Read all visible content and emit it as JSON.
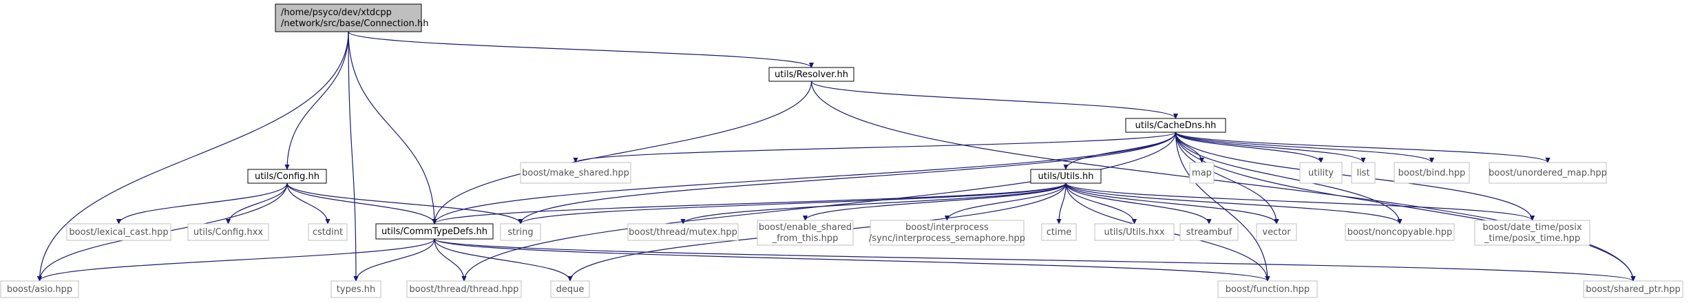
{
  "colors": {
    "edge": "#191970",
    "root_fill": "#bfbfbf",
    "node_border": "#000000",
    "external_border": "#bfbfbf",
    "background": "#ffffff"
  },
  "nodes": [
    {
      "id": "connection",
      "lines": [
        "/home/psyco/dev/xtdcpp",
        "/network/src/base/Connection.hh"
      ],
      "style": "root"
    },
    {
      "id": "resolver",
      "lines": [
        "utils/Resolver.hh"
      ],
      "style": "file"
    },
    {
      "id": "config_hh",
      "lines": [
        "utils/Config.hh"
      ],
      "style": "file"
    },
    {
      "id": "cachedns",
      "lines": [
        "utils/CacheDns.hh"
      ],
      "style": "file"
    },
    {
      "id": "utils_hh",
      "lines": [
        "utils/Utils.hh"
      ],
      "style": "file"
    },
    {
      "id": "commtypedefs",
      "lines": [
        "utils/CommTypeDefs.hh"
      ],
      "style": "file"
    },
    {
      "id": "make_shared",
      "lines": [
        "boost/make_shared.hpp"
      ],
      "style": "external"
    },
    {
      "id": "map",
      "lines": [
        "map"
      ],
      "style": "external"
    },
    {
      "id": "utility",
      "lines": [
        "utility"
      ],
      "style": "external"
    },
    {
      "id": "list",
      "lines": [
        "list"
      ],
      "style": "external"
    },
    {
      "id": "bind",
      "lines": [
        "boost/bind.hpp"
      ],
      "style": "external"
    },
    {
      "id": "unordered_map",
      "lines": [
        "boost/unordered_map.hpp"
      ],
      "style": "external"
    },
    {
      "id": "lexical_cast",
      "lines": [
        "boost/lexical_cast.hpp"
      ],
      "style": "external"
    },
    {
      "id": "config_hxx",
      "lines": [
        "utils/Config.hxx"
      ],
      "style": "external"
    },
    {
      "id": "cstdint",
      "lines": [
        "cstdint"
      ],
      "style": "external"
    },
    {
      "id": "string",
      "lines": [
        "string"
      ],
      "style": "external"
    },
    {
      "id": "mutex",
      "lines": [
        "boost/thread/mutex.hpp"
      ],
      "style": "external"
    },
    {
      "id": "enable_shared",
      "lines": [
        "boost/enable_shared",
        "_from_this.hpp"
      ],
      "style": "external"
    },
    {
      "id": "interprocess",
      "lines": [
        "boost/interprocess",
        "/sync/interprocess_semaphore.hpp"
      ],
      "style": "external"
    },
    {
      "id": "ctime",
      "lines": [
        "ctime"
      ],
      "style": "external"
    },
    {
      "id": "utils_hxx",
      "lines": [
        "utils/Utils.hxx"
      ],
      "style": "external"
    },
    {
      "id": "streambuf",
      "lines": [
        "streambuf"
      ],
      "style": "external"
    },
    {
      "id": "vector",
      "lines": [
        "vector"
      ],
      "style": "external"
    },
    {
      "id": "noncopyable",
      "lines": [
        "boost/noncopyable.hpp"
      ],
      "style": "external"
    },
    {
      "id": "date_time",
      "lines": [
        "boost/date_time/posix",
        "_time/posix_time.hpp"
      ],
      "style": "external"
    },
    {
      "id": "asio",
      "lines": [
        "boost/asio.hpp"
      ],
      "style": "external"
    },
    {
      "id": "types",
      "lines": [
        "types.hh"
      ],
      "style": "external"
    },
    {
      "id": "thread",
      "lines": [
        "boost/thread/thread.hpp"
      ],
      "style": "external"
    },
    {
      "id": "deque",
      "lines": [
        "deque"
      ],
      "style": "external"
    },
    {
      "id": "function",
      "lines": [
        "boost/function.hpp"
      ],
      "style": "external"
    },
    {
      "id": "shared_ptr",
      "lines": [
        "boost/shared_ptr.hpp"
      ],
      "style": "external"
    }
  ],
  "edges": [
    [
      "connection",
      "resolver"
    ],
    [
      "connection",
      "config_hh"
    ],
    [
      "connection",
      "commtypedefs"
    ],
    [
      "connection",
      "asio"
    ],
    [
      "connection",
      "types"
    ],
    [
      "resolver",
      "cachedns"
    ],
    [
      "resolver",
      "commtypedefs"
    ],
    [
      "resolver",
      "shared_ptr"
    ],
    [
      "cachedns",
      "utils_hh"
    ],
    [
      "cachedns",
      "commtypedefs"
    ],
    [
      "cachedns",
      "make_shared"
    ],
    [
      "cachedns",
      "map"
    ],
    [
      "cachedns",
      "utility"
    ],
    [
      "cachedns",
      "list"
    ],
    [
      "cachedns",
      "bind"
    ],
    [
      "cachedns",
      "unordered_map"
    ],
    [
      "cachedns",
      "string"
    ],
    [
      "cachedns",
      "thread"
    ],
    [
      "cachedns",
      "vector"
    ],
    [
      "cachedns",
      "noncopyable"
    ],
    [
      "cachedns",
      "date_time"
    ],
    [
      "cachedns",
      "function"
    ],
    [
      "cachedns",
      "shared_ptr"
    ],
    [
      "config_hh",
      "commtypedefs"
    ],
    [
      "config_hh",
      "asio"
    ],
    [
      "config_hh",
      "lexical_cast"
    ],
    [
      "config_hh",
      "config_hxx"
    ],
    [
      "config_hh",
      "cstdint"
    ],
    [
      "config_hh",
      "string"
    ],
    [
      "utils_hh",
      "commtypedefs"
    ],
    [
      "utils_hh",
      "string"
    ],
    [
      "utils_hh",
      "mutex"
    ],
    [
      "utils_hh",
      "enable_shared"
    ],
    [
      "utils_hh",
      "interprocess"
    ],
    [
      "utils_hh",
      "ctime"
    ],
    [
      "utils_hh",
      "utils_hxx"
    ],
    [
      "utils_hh",
      "streambuf"
    ],
    [
      "utils_hh",
      "vector"
    ],
    [
      "utils_hh",
      "noncopyable"
    ],
    [
      "utils_hh",
      "date_time"
    ],
    [
      "utils_hh",
      "deque"
    ],
    [
      "utils_hh",
      "function"
    ],
    [
      "commtypedefs",
      "asio"
    ],
    [
      "commtypedefs",
      "types"
    ],
    [
      "commtypedefs",
      "thread"
    ],
    [
      "commtypedefs",
      "deque"
    ],
    [
      "commtypedefs",
      "function"
    ],
    [
      "commtypedefs",
      "shared_ptr"
    ]
  ]
}
